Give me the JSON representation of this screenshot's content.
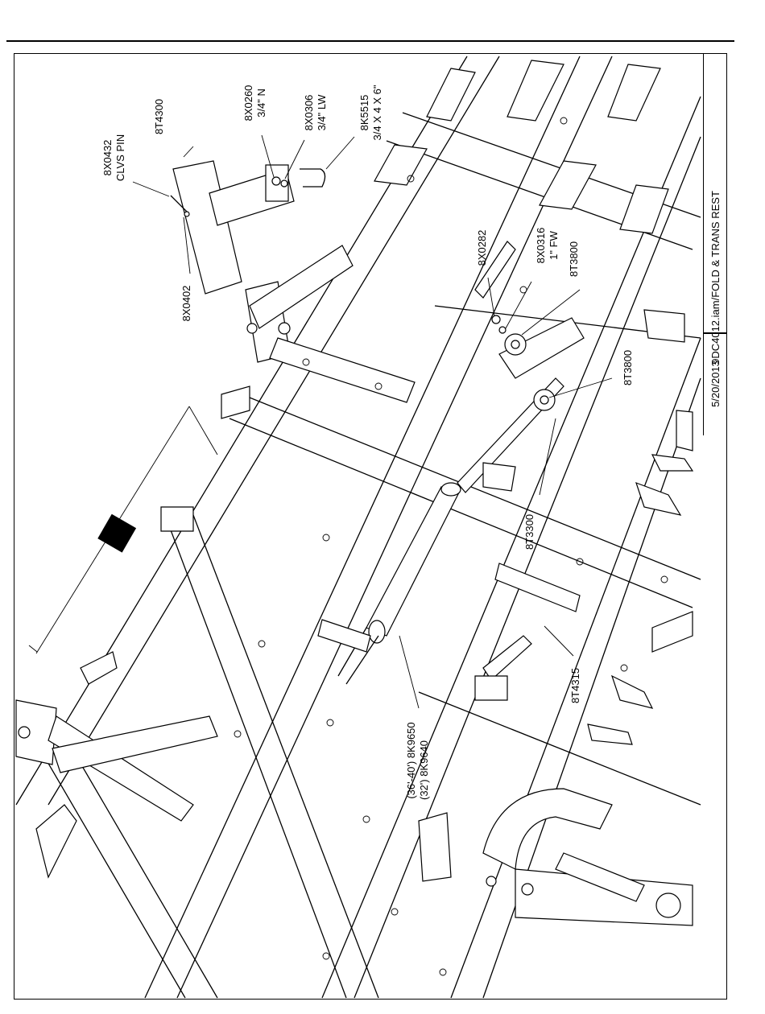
{
  "title_block": {
    "drawing_name": "9DC4012.iam/FOLD & TRANS REST",
    "date": "5/20/2013"
  },
  "callouts": {
    "c_8X0432": {
      "part": "8X0432",
      "desc": "CLVS PIN"
    },
    "c_8T4300": {
      "part": "8T4300"
    },
    "c_8X0260": {
      "part": "8X0260",
      "desc": "3/4\" N"
    },
    "c_8X0306": {
      "part": "8X0306",
      "desc": "3/4\" LW"
    },
    "c_8K5515": {
      "part": "8K5515",
      "desc": "3/4 X 4 X 6\""
    },
    "c_8X0402": {
      "part": "8X0402"
    },
    "c_8X0282": {
      "part": "8X0282"
    },
    "c_8X0316": {
      "part": "8X0316",
      "desc": "1\" FW"
    },
    "c_8T3800a": {
      "part": "8T3800"
    },
    "c_8T3800b": {
      "part": "8T3800"
    },
    "c_8T3300": {
      "part": "8T3300"
    },
    "c_8T4315": {
      "part": "8T4315"
    },
    "c_8K9650": {
      "part": "(36'-40') 8K9650",
      "desc": "(32')      8K9640"
    }
  }
}
